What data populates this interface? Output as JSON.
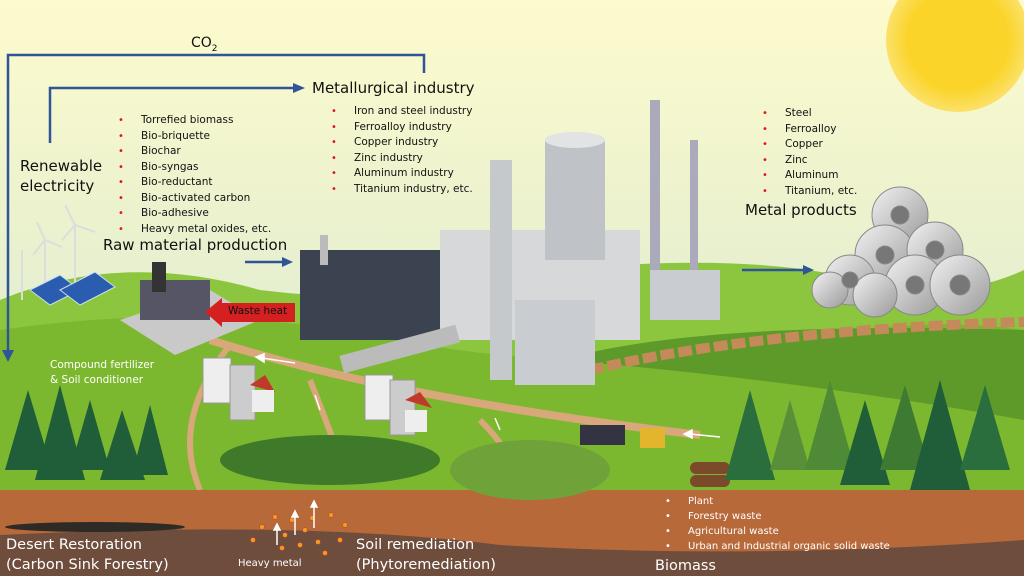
{
  "co2_label": "CO",
  "co2_subscript": "2",
  "renewable": {
    "line1": "Renewable",
    "line2": "electricity"
  },
  "raw_material": {
    "title": "Raw material production",
    "items": [
      "Torrefied biomass",
      "Bio-briquette",
      "Biochar",
      "Bio-syngas",
      "Bio-reductant",
      "Bio-activated carbon",
      "Bio-adhesive",
      "Heavy metal oxides, etc."
    ]
  },
  "metallurgical": {
    "title": "Metallurgical industry",
    "items": [
      "Iron and steel industry",
      "Ferroalloy industry",
      "Copper industry",
      "Zinc industry",
      "Aluminum industry",
      "Titanium industry, etc."
    ]
  },
  "metal_products": {
    "title": "Metal products",
    "items": [
      "Steel",
      "Ferroalloy",
      "Copper",
      "Zinc",
      "Aluminum",
      "Titanium, etc."
    ]
  },
  "waste_heat": "Waste heat",
  "fertilizer": {
    "line1": "Compound fertilizer",
    "line2": "& Soil conditioner"
  },
  "desert": {
    "line1": "Desert Restoration",
    "line2": "(Carbon Sink Forestry)"
  },
  "heavy_metal": "Heavy metal",
  "soil": {
    "line1": "Soil remediation",
    "line2": "(Phytoremediation)"
  },
  "biomass": {
    "title": "Biomass",
    "items": [
      "Plant",
      "Forestry waste",
      "Agricultural waste",
      "Urban and Industrial organic solid waste"
    ]
  },
  "colors": {
    "arrow": "#2f5597",
    "bullet": "#e0141e",
    "grass": "#7cb82f",
    "soil": "#b8693a",
    "waste_heat": "#d42020"
  }
}
